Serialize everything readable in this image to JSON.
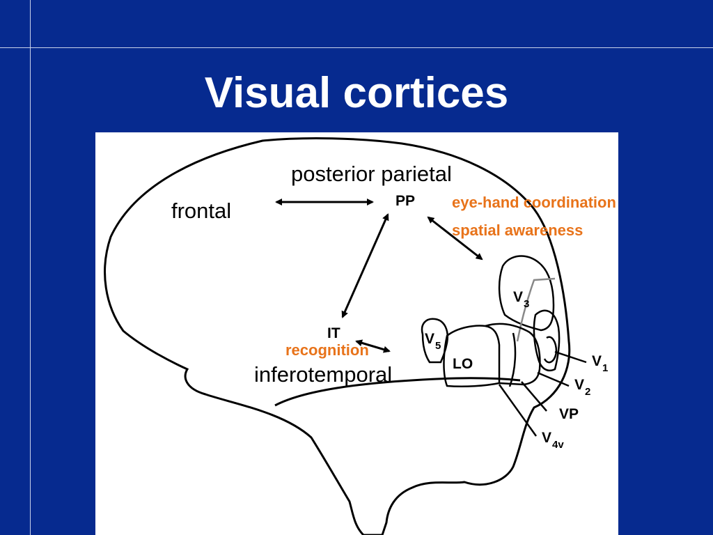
{
  "slide": {
    "title": "Visual cortices",
    "accent_color": "#062a8f",
    "function_label_color": "#e8731a"
  },
  "diagram": {
    "lobe_labels": {
      "frontal": "frontal",
      "posterior_parietal": "posterior parietal",
      "inferotemporal": "inferotemporal"
    },
    "regions": {
      "pp": "PP",
      "it": "IT",
      "lo": "LO",
      "v1": {
        "base": "V",
        "sub": "1"
      },
      "v2": {
        "base": "V",
        "sub": "2"
      },
      "v3": {
        "base": "V",
        "sub": "3"
      },
      "v5": {
        "base": "V",
        "sub": "5"
      },
      "vp": "VP",
      "v4v": {
        "base": "V",
        "sub": "4v"
      }
    },
    "functions": {
      "eye_hand": "eye-hand coordination",
      "spatial": "spatial awareness",
      "recognition": "recognition"
    },
    "connections": [
      "frontal-PP",
      "PP-IT",
      "PP-V3",
      "IT-V5"
    ]
  }
}
